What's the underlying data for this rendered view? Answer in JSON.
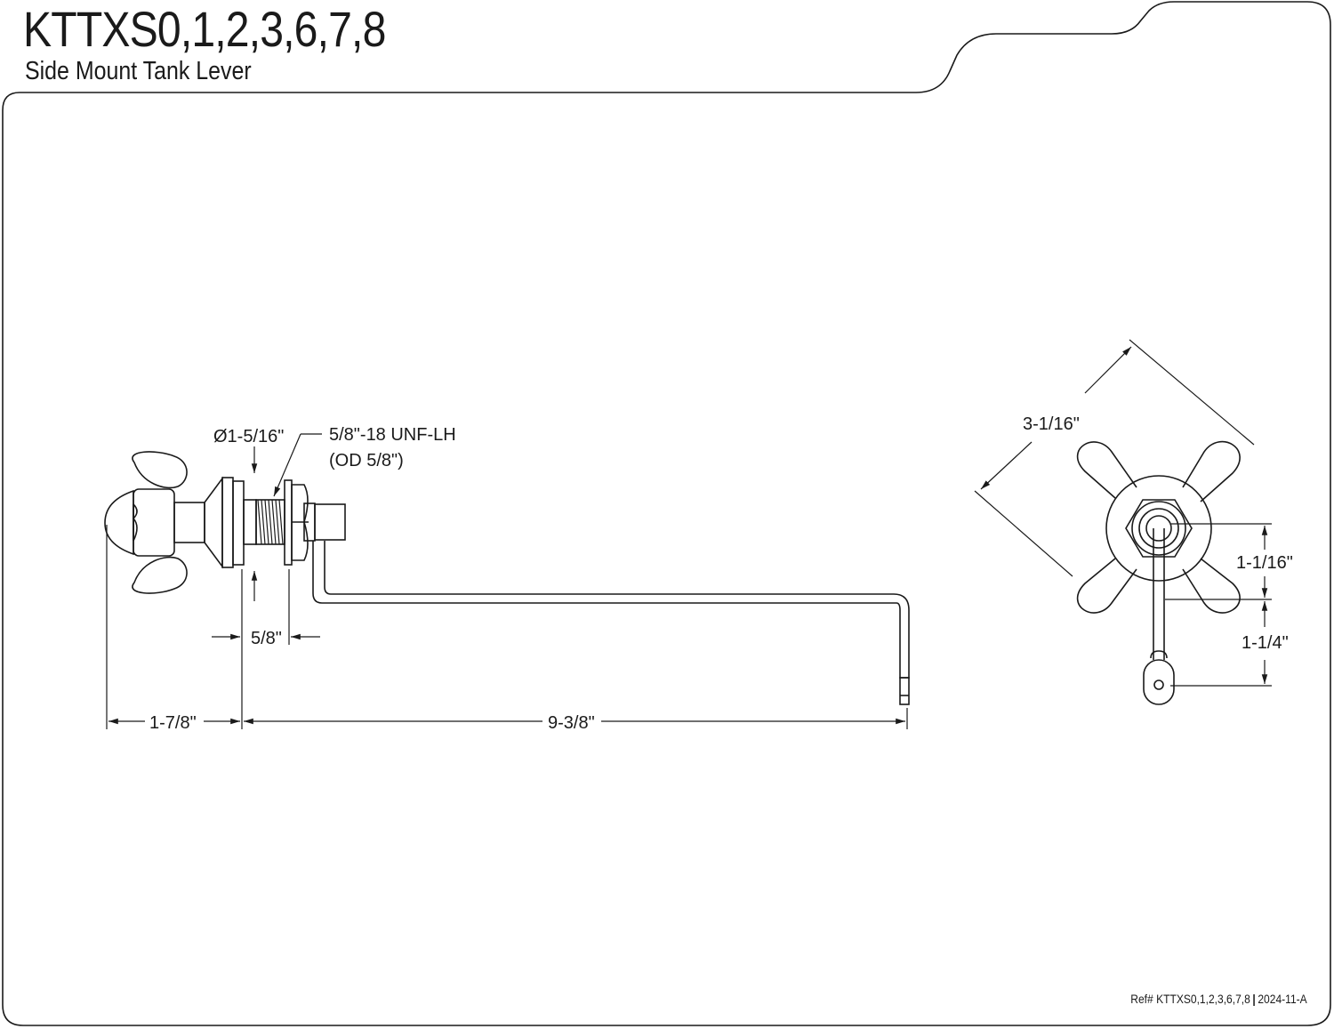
{
  "header": {
    "title": "KTTXS0,1,2,3,6,7,8",
    "subtitle": "Side Mount Tank Lever"
  },
  "footer": {
    "ref_label": "Ref# KTTXS0,1,2,3,6,7,8",
    "separator": "|",
    "revision": "2024-11-A"
  },
  "side_view": {
    "dim_flange_diameter": "Ø1-5/16\"",
    "thread_spec_line1": "5/8\"-18 UNF-LH",
    "thread_spec_line2": "(OD 5/8\")",
    "dim_shank": "5/8\"",
    "dim_handle_depth": "1-7/8\"",
    "dim_arm_length": "9-3/8\""
  },
  "front_view": {
    "dim_handle_span": "3-1/16\"",
    "dim_upper_drop": "1-1/16\"",
    "dim_lower_drop": "1-1/4\""
  },
  "colors": {
    "line": "#1a1a1a",
    "background": "#ffffff"
  }
}
